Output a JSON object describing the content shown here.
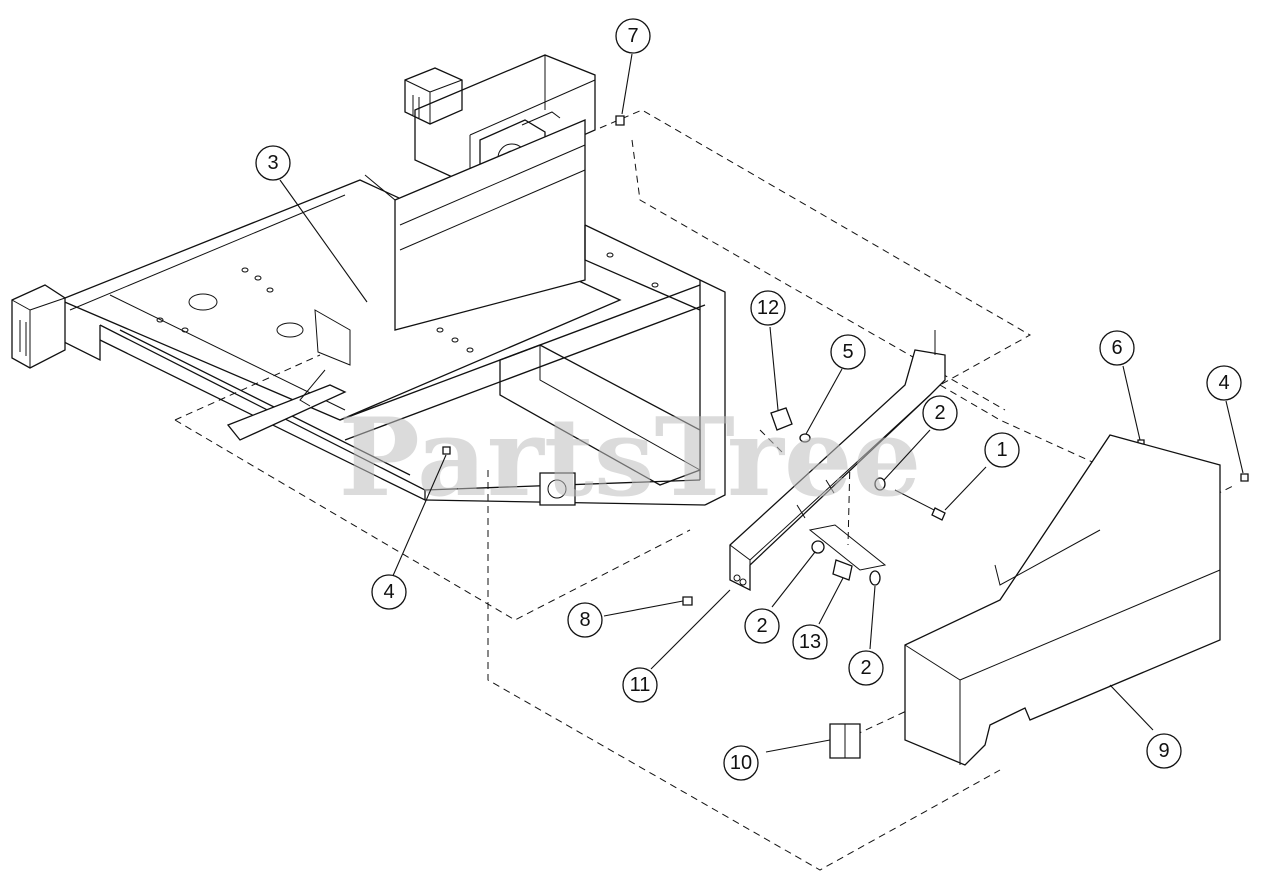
{
  "watermark": "PartsTree",
  "callouts": [
    {
      "id": "7",
      "label": "7"
    },
    {
      "id": "3",
      "label": "3"
    },
    {
      "id": "12",
      "label": "12"
    },
    {
      "id": "5",
      "label": "5"
    },
    {
      "id": "6",
      "label": "6"
    },
    {
      "id": "4a",
      "label": "4"
    },
    {
      "id": "2a",
      "label": "2"
    },
    {
      "id": "1",
      "label": "1"
    },
    {
      "id": "4b",
      "label": "4"
    },
    {
      "id": "8",
      "label": "8"
    },
    {
      "id": "2b",
      "label": "2"
    },
    {
      "id": "13",
      "label": "13"
    },
    {
      "id": "2c",
      "label": "2"
    },
    {
      "id": "11",
      "label": "11"
    },
    {
      "id": "9",
      "label": "9"
    },
    {
      "id": "10",
      "label": "10"
    }
  ]
}
